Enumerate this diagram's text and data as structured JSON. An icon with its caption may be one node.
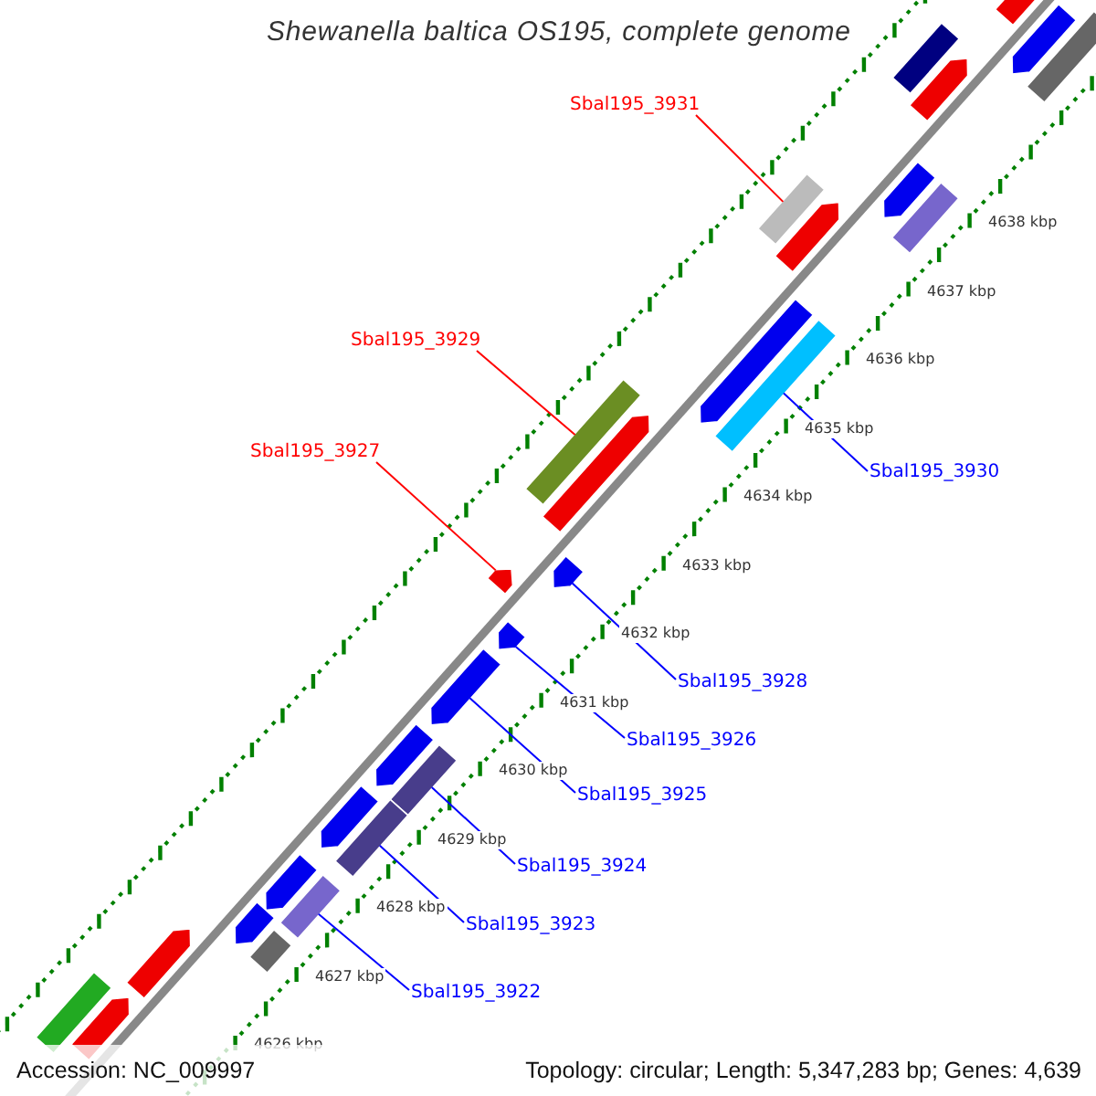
{
  "diagram": {
    "title": "Shewanella baltica OS195, complete genome",
    "nodes": [
      {
        "text": [
          "Sbal195_3931"
        ]
      },
      {
        "text": [
          "Sbal195_3929"
        ]
      },
      {
        "text": [
          "Sbal195_3930"
        ]
      },
      {
        "text": [
          "Sbal195_3927"
        ]
      },
      {
        "text": [
          "Sbal195_3928"
        ]
      },
      {
        "text": [
          "Sbal195_3926"
        ]
      },
      {
        "text": [
          "Sbal195_3925"
        ]
      },
      {
        "text": [
          "Sbal195_3924"
        ]
      },
      {
        "text": [
          "Sbal195_3923"
        ]
      },
      {
        "text": [
          "Sbal195_3922"
        ]
      },
      {
        "text": [],
        "shape": "bar"
      },
      {
        "text": [],
        "shape": "bar"
      },
      {
        "text": [],
        "shape": "bar"
      },
      {
        "text": [],
        "shape": "bar"
      },
      {
        "text": [],
        "shape": "bar"
      },
      {
        "text": [],
        "shape": "bar"
      },
      {
        "text": [],
        "shape": "bar"
      },
      {
        "text": [],
        "shape": "bar"
      },
      {
        "text": [],
        "shape": "bar"
      },
      {
        "text": [],
        "shape": "bar"
      },
      {
        "text": [],
        "shape": "bar"
      },
      {
        "text": [],
        "shape": "bar"
      },
      {
        "text": [],
        "shape": "bar"
      },
      {
        "text": [],
        "shape": "bar"
      },
      {
        "text": [],
        "shape": "bar"
      },
      {
        "text": [],
        "shape": "bar"
      },
      {
        "text": [],
        "shape": "bar"
      },
      {
        "text": [],
        "shape": "bar"
      },
      {
        "text": [],
        "shape": "bar"
      },
      {
        "text": [],
        "shape": "bar"
      },
      {
        "text": [],
        "shape": "bar"
      },
      {
        "text": [],
        "shape": "bar"
      },
      {
        "text": [],
        "shape": "bar"
      },
      {
        "text": [],
        "shape": "bar"
      },
      {
        "text": [],
        "shape": "bar"
      },
      {
        "text": [],
        "shape": "bar"
      },
      {
        "text": [],
        "shape": "bar"
      },
      {
        "text": [],
        "shape": "bar"
      }
    ],
    "edges": [
      {
        "from": 0,
        "to": 16,
        "arrow": "none",
        "color": "#ff0000"
      },
      {
        "from": 1,
        "to": 21,
        "arrow": "none",
        "color": "#ff0000"
      },
      {
        "from": 2,
        "to": 20,
        "arrow": "none"
      },
      {
        "from": 3,
        "to": 24,
        "arrow": "none",
        "color": "#ff0000"
      },
      {
        "from": 4,
        "to": 23,
        "arrow": "none"
      },
      {
        "from": 5,
        "to": 25,
        "arrow": "none"
      },
      {
        "from": 6,
        "to": 26,
        "arrow": "none"
      },
      {
        "from": 7,
        "to": 28,
        "arrow": "none"
      },
      {
        "from": 8,
        "to": 30,
        "arrow": "none"
      },
      {
        "from": 9,
        "to": 32,
        "arrow": "none"
      }
    ],
    "labels": [
      "4638 kbp",
      "4637 kbp",
      "4636 kbp",
      "4635 kbp",
      "4634 kbp",
      "4633 kbp",
      "4632 kbp",
      "4631 kbp",
      "4630 kbp",
      "4629 kbp",
      "4628 kbp",
      "4627 kbp",
      "4626 kbp",
      "Accession: NC_009997",
      "Topology: circular; Length: 5,347,283 bp; Genes: 4,639"
    ]
  }
}
